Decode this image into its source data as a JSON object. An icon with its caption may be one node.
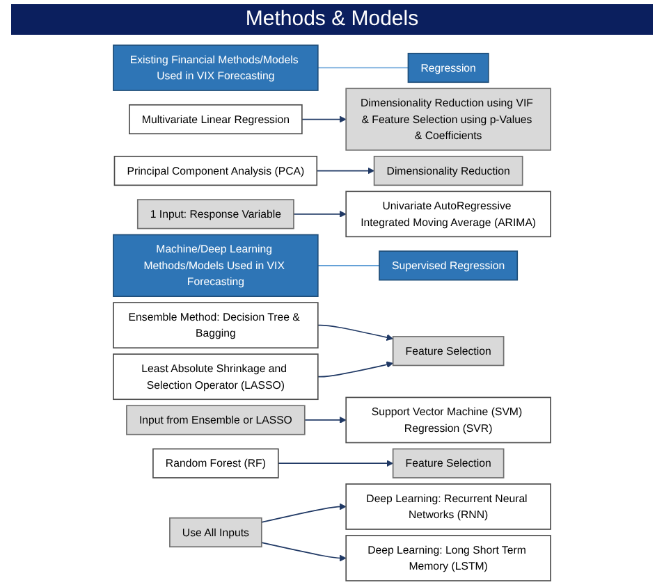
{
  "diagram": {
    "title": "Methods & Models",
    "nodes": [
      {
        "text": [
          "Existing Financial Methods/Models Used in VIX Forecasting"
        ]
      },
      {
        "text": [
          "Regression"
        ]
      },
      {
        "text": [
          "Dimensionality Reduction using VIF & Feature Selection using p-Values & Coefficients"
        ]
      },
      {
        "text": [
          "Multivariate Linear Regression"
        ]
      },
      {
        "text": [
          "Principal Component Analysis (PCA)"
        ]
      },
      {
        "text": [
          "Dimensionality Reduction"
        ]
      },
      {
        "text": [
          "1 Input: Response Variable"
        ]
      },
      {
        "text": [
          "Univariate AutoRegressive Integrated Moving Average (ARIMA)"
        ]
      },
      {
        "text": [
          "Machine/Deep Learning Methods/Models Used in VIX Forecasting"
        ]
      },
      {
        "text": [
          "Supervised Regression"
        ]
      },
      {
        "text": [
          "Ensemble Method: Decision Tree & Bagging"
        ]
      },
      {
        "text": [
          "Feature Selection"
        ]
      },
      {
        "text": [
          "Least Absolute Shrinkage and Selection Operator (LASSO)"
        ]
      },
      {
        "text": [
          "Support Vector Machine (SVM) Regression (SVR)"
        ]
      },
      {
        "text": [
          "Input from Ensemble or LASSO"
        ]
      },
      {
        "text": [
          "Random Forest (RF)"
        ]
      },
      {
        "text": [
          "Feature Selection"
        ]
      },
      {
        "text": [
          "Deep Learning: Recurrent Neural Networks (RNN)"
        ]
      },
      {
        "text": [
          "Deep Learning: Long Short Term Memory (LSTM)"
        ]
      },
      {
        "text": [
          "Use All Inputs"
        ]
      }
    ],
    "edges": [
      {
        "from": 0,
        "to": 1,
        "arrow": "none",
        "color": "#5b9bd5"
      },
      {
        "from": 8,
        "to": 9,
        "arrow": "none",
        "color": "#5b9bd5"
      },
      {
        "from": 3,
        "to": 2,
        "arrow": "to"
      },
      {
        "from": 4,
        "to": 5,
        "arrow": "to"
      },
      {
        "from": 6,
        "to": 7,
        "arrow": "to"
      },
      {
        "from": 10,
        "to": 11,
        "arrow": "to"
      },
      {
        "from": 12,
        "to": 11,
        "arrow": "to"
      },
      {
        "from": 14,
        "to": 13,
        "arrow": "to"
      },
      {
        "from": 15,
        "to": 16,
        "arrow": "to"
      },
      {
        "from": 19,
        "to": 17,
        "arrow": "to"
      },
      {
        "from": 19,
        "to": 18,
        "arrow": "to"
      }
    ]
  }
}
